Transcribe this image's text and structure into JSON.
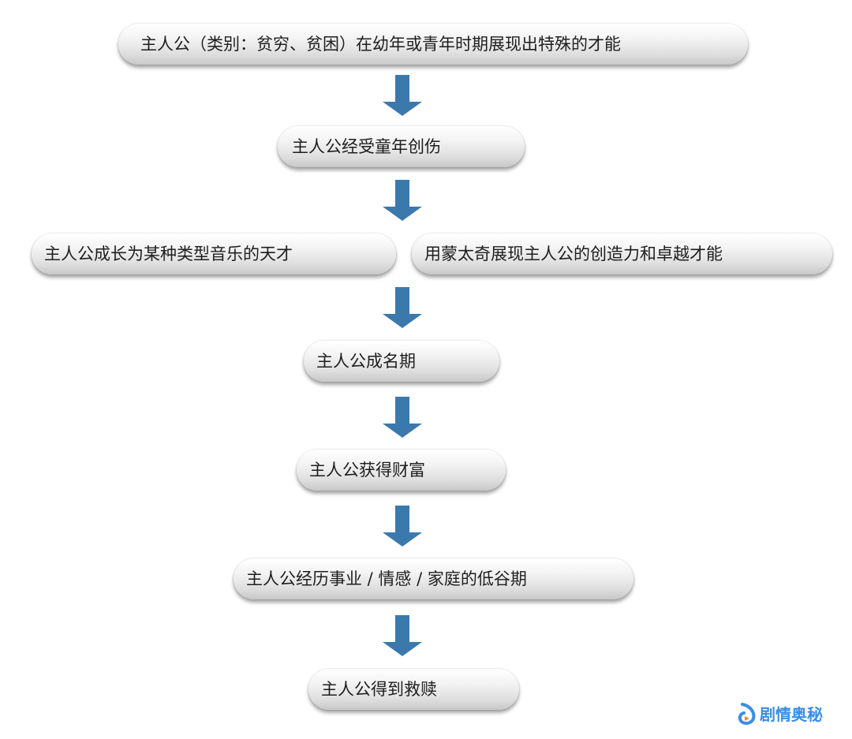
{
  "steps": [
    "主人公（类别：贫穷、贫困）在幼年或青年时期展现出特殊的才能",
    "主人公经受童年创伤",
    "主人公成长为某种类型音乐的天才",
    "用蒙太奇展现主人公的创造力和卓越才能",
    "主人公成名期",
    "主人公获得财富",
    "主人公经历事业 / 情感 / 家庭的低谷期",
    "主人公得到救赎"
  ],
  "watermark": "剧情奥秘",
  "colors": {
    "arrow": "#3b79ad",
    "watermark": "#3a8ee6"
  }
}
